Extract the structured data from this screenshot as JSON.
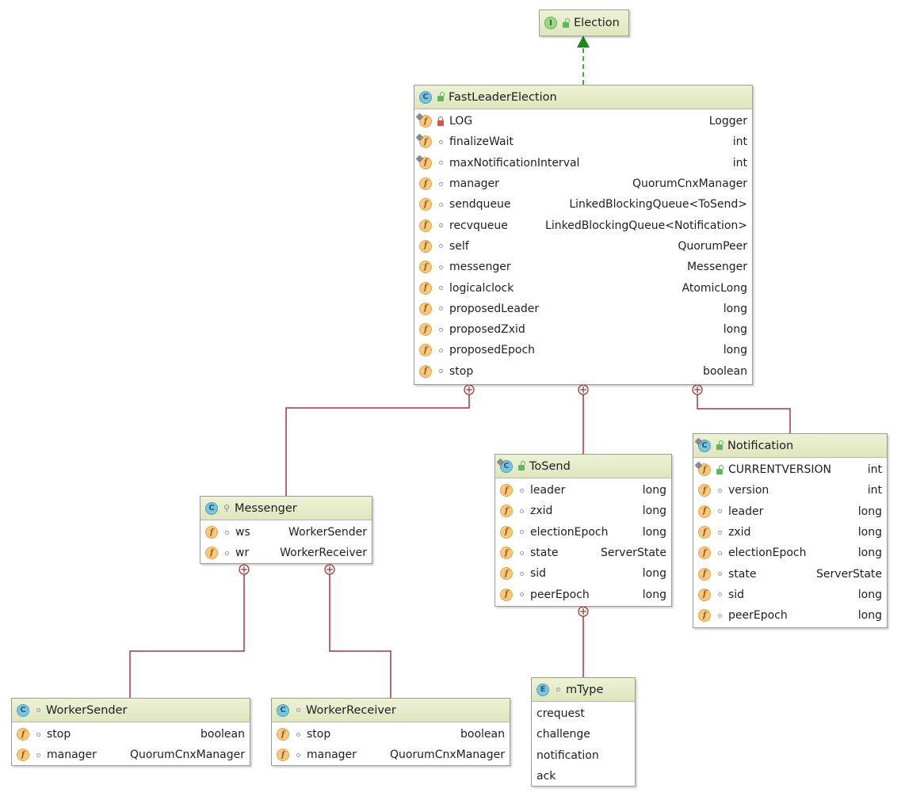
{
  "nodes": {
    "election": {
      "title": "Election",
      "kind": "interface",
      "visibility": "public"
    },
    "fle": {
      "title": "FastLeaderElection",
      "kind": "class",
      "visibility": "public",
      "fields": [
        {
          "name": "LOG",
          "type": "Logger",
          "visibility": "private",
          "static": true
        },
        {
          "name": "finalizeWait",
          "type": "int",
          "visibility": "package",
          "static": true
        },
        {
          "name": "maxNotificationInterval",
          "type": "int",
          "visibility": "package",
          "static": true
        },
        {
          "name": "manager",
          "type": "QuorumCnxManager",
          "visibility": "package",
          "static": false
        },
        {
          "name": "sendqueue",
          "type": "LinkedBlockingQueue<ToSend>",
          "visibility": "package",
          "static": false
        },
        {
          "name": "recvqueue",
          "type": "LinkedBlockingQueue<Notification>",
          "visibility": "package",
          "static": false
        },
        {
          "name": "self",
          "type": "QuorumPeer",
          "visibility": "package",
          "static": false
        },
        {
          "name": "messenger",
          "type": "Messenger",
          "visibility": "package",
          "static": false
        },
        {
          "name": "logicalclock",
          "type": "AtomicLong",
          "visibility": "package",
          "static": false
        },
        {
          "name": "proposedLeader",
          "type": "long",
          "visibility": "package",
          "static": false
        },
        {
          "name": "proposedZxid",
          "type": "long",
          "visibility": "package",
          "static": false
        },
        {
          "name": "proposedEpoch",
          "type": "long",
          "visibility": "package",
          "static": false
        },
        {
          "name": "stop",
          "type": "boolean",
          "visibility": "package",
          "static": false
        }
      ]
    },
    "messenger": {
      "title": "Messenger",
      "kind": "class",
      "visibility": "protected",
      "fields": [
        {
          "name": "ws",
          "type": "WorkerSender",
          "visibility": "package",
          "static": false
        },
        {
          "name": "wr",
          "type": "WorkerReceiver",
          "visibility": "package",
          "static": false
        }
      ]
    },
    "tosend": {
      "title": "ToSend",
      "kind": "class",
      "visibility": "public",
      "static": true,
      "fields": [
        {
          "name": "leader",
          "type": "long",
          "visibility": "package",
          "static": false
        },
        {
          "name": "zxid",
          "type": "long",
          "visibility": "package",
          "static": false
        },
        {
          "name": "electionEpoch",
          "type": "long",
          "visibility": "package",
          "static": false
        },
        {
          "name": "state",
          "type": "ServerState",
          "visibility": "package",
          "static": false
        },
        {
          "name": "sid",
          "type": "long",
          "visibility": "package",
          "static": false
        },
        {
          "name": "peerEpoch",
          "type": "long",
          "visibility": "package",
          "static": false
        }
      ]
    },
    "notification": {
      "title": "Notification",
      "kind": "class",
      "visibility": "public",
      "static": true,
      "fields": [
        {
          "name": "CURRENTVERSION",
          "type": "int",
          "visibility": "public",
          "static": true
        },
        {
          "name": "version",
          "type": "int",
          "visibility": "package",
          "static": false
        },
        {
          "name": "leader",
          "type": "long",
          "visibility": "package",
          "static": false
        },
        {
          "name": "zxid",
          "type": "long",
          "visibility": "package",
          "static": false
        },
        {
          "name": "electionEpoch",
          "type": "long",
          "visibility": "package",
          "static": false
        },
        {
          "name": "state",
          "type": "ServerState",
          "visibility": "package",
          "static": false
        },
        {
          "name": "sid",
          "type": "long",
          "visibility": "package",
          "static": false
        },
        {
          "name": "peerEpoch",
          "type": "long",
          "visibility": "package",
          "static": false
        }
      ]
    },
    "workersender": {
      "title": "WorkerSender",
      "kind": "class",
      "visibility": "package",
      "fields": [
        {
          "name": "stop",
          "type": "boolean",
          "visibility": "package",
          "static": false
        },
        {
          "name": "manager",
          "type": "QuorumCnxManager",
          "visibility": "package",
          "static": false
        }
      ]
    },
    "workerreceiver": {
      "title": "WorkerReceiver",
      "kind": "class",
      "visibility": "package",
      "fields": [
        {
          "name": "stop",
          "type": "boolean",
          "visibility": "package",
          "static": false
        },
        {
          "name": "manager",
          "type": "QuorumCnxManager",
          "visibility": "package",
          "static": false
        }
      ]
    },
    "mtype": {
      "title": "mType",
      "kind": "enum",
      "visibility": "package",
      "constants": [
        "crequest",
        "challenge",
        "notification",
        "ack"
      ]
    }
  },
  "colors": {
    "realization": "#1a8a1a",
    "nesting": "#a03838",
    "header": "#dfe5bd",
    "border": "#9a9a9a"
  }
}
